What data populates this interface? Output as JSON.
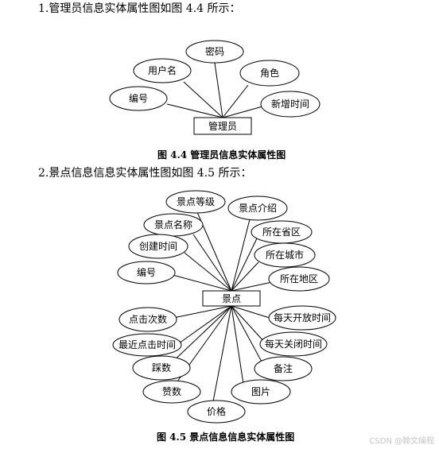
{
  "section1": {
    "heading": "1.管理员信息实体属性图如图 4.4 所示：",
    "caption": "图 4.4    管理员信息实体属性图",
    "entity": "管理员",
    "attributes": [
      "密码",
      "用户名",
      "角色",
      "编号",
      "新增时间"
    ]
  },
  "section2": {
    "heading": "2.景点信息信息实体属性图如图 4.5 所示：",
    "caption": "图 4.5   景点信息信息实体属性图",
    "entity": "景点",
    "attributes": [
      "景点等级",
      "景点介绍",
      "景点名称",
      "所在省区",
      "创建时间",
      "所在城市",
      "编号",
      "所在地区",
      "点击次数",
      "每天开放时间",
      "最近点击时间",
      "每天关闭时间",
      "踩数",
      "备注",
      "赞数",
      "图片",
      "价格"
    ]
  },
  "watermark": "CSDN @翰文编程"
}
